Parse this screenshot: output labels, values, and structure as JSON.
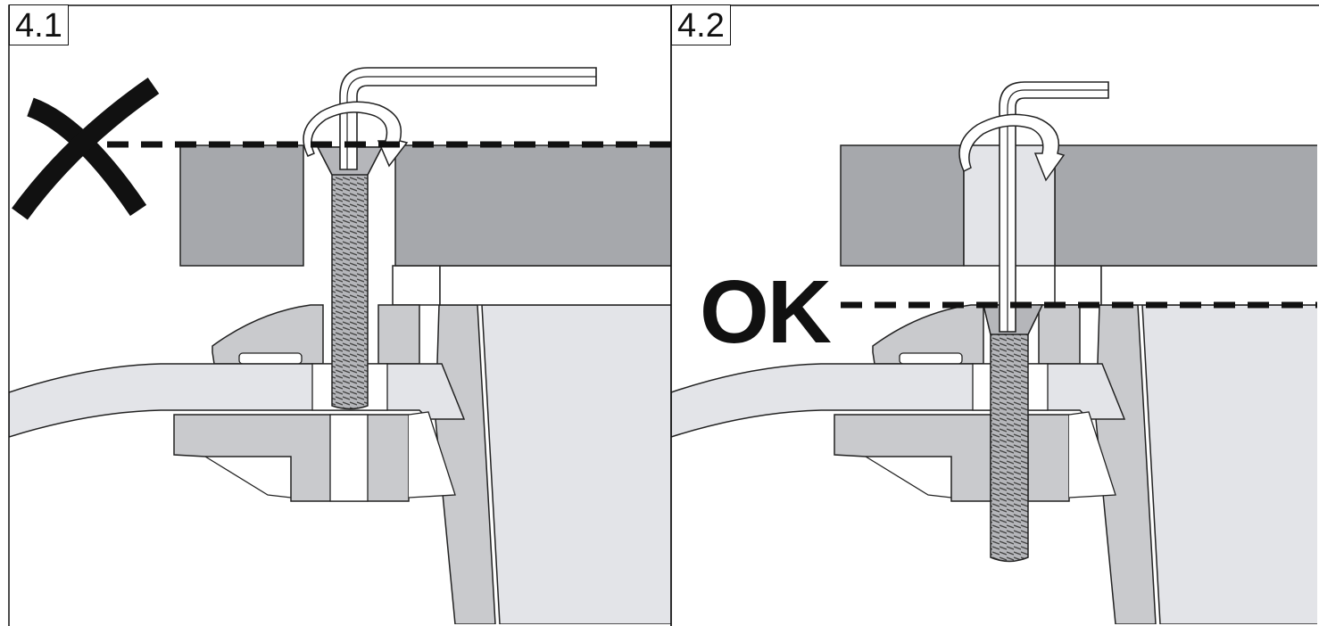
{
  "panels": [
    {
      "label": "4.1",
      "status": "incorrect"
    },
    {
      "label": "4.2",
      "status": "correct"
    }
  ],
  "ok_text": "OK",
  "colors": {
    "worktop": "#a6a8ac",
    "steel": "#e2e3e6",
    "bracket": "#c9cacd",
    "outline": "#222222",
    "marker": "#111111"
  },
  "icons": [
    "cross-icon",
    "rotation-arrow-icon",
    "hex-key-icon",
    "screw-icon"
  ]
}
